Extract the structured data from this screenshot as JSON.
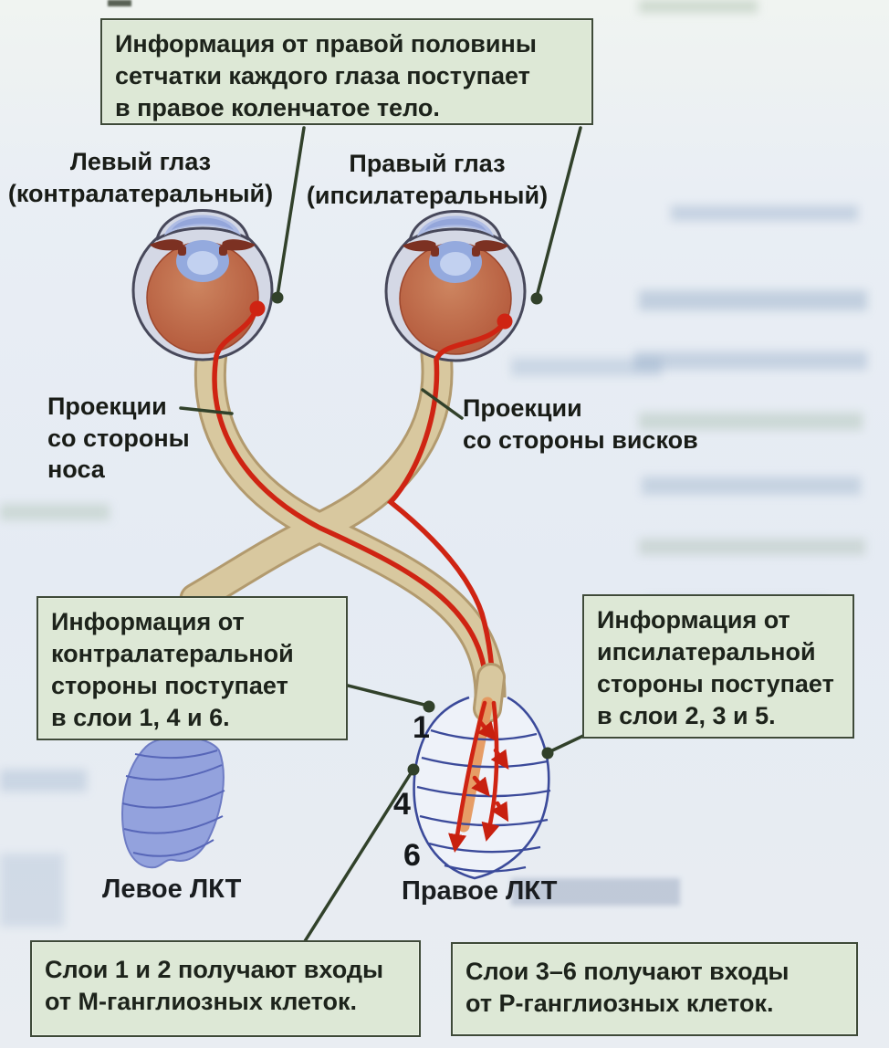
{
  "diagram": {
    "callouts": {
      "top": "Информация от правой половины\nсетчатки каждого глаза поступает\nв правое коленчатое тело.",
      "mid_left": "Информация от\nконтралатеральной\nстороны поступает\nв слои 1, 4 и 6.",
      "mid_right": "Информация от\nипсилатеральной\nстороны поступает\nв слои 2, 3 и 5.",
      "bottom_left": "Слои 1 и 2 получают входы\nот М-ганглиозных клеток.",
      "bottom_right": "Слои 3–6 получают входы\nот Р-ганглиозных клеток."
    },
    "labels": {
      "left_eye": "Левый глаз\n(контралатеральный)",
      "right_eye": "Правый глаз\n(ипсилатеральный)",
      "nasal_projections": "Проекции\nсо стороны\nноса",
      "temporal_projections": "Проекции\nсо стороны висков",
      "left_lgn": "Левое ЛКТ",
      "right_lgn": "Правое ЛКТ"
    },
    "layer_numbers": [
      "1",
      "4",
      "6"
    ],
    "colors": {
      "callout_fill": "#dde8d6",
      "callout_border": "#3e4a38",
      "leader_line": "#31412a",
      "optic_nerve": "#d8c89f",
      "nerve_fiber_red": "#cf2413",
      "lgn_outline_blue": "#3b4a9a",
      "left_lgn_fill": "#93a2dd",
      "background": "#e8edf3"
    }
  }
}
